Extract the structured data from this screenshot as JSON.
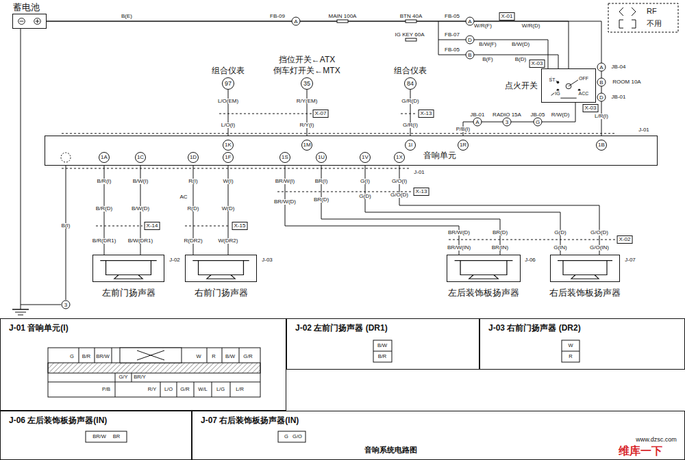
{
  "diagram": {
    "caption": "音响系统电路图",
    "nodes": [
      {
        "text": [
          "蓄电池"
        ]
      },
      {
        "text": [
          "组合仪表",
          "97"
        ]
      },
      {
        "text": [
          "挡位开关←ATX",
          "倒车灯开关←MTX",
          "35"
        ]
      },
      {
        "text": [
          "组合仪表",
          "84"
        ]
      },
      {
        "text": [
          "点火开关"
        ]
      },
      {
        "text": [
          "音响单元"
        ]
      },
      {
        "text": [
          "左前门扬声器"
        ]
      },
      {
        "text": [
          "右前门扬声器"
        ]
      },
      {
        "text": [
          "左后装饰板扬声器"
        ]
      },
      {
        "text": [
          "右后装饰板扬声器"
        ]
      },
      {
        "text": [
          "J-01 音响单元(I)"
        ]
      },
      {
        "text": [
          "J-02 左前门扬声器 (DR1)"
        ]
      },
      {
        "text": [
          "J-03 右前门扬声器 (DR2)"
        ]
      },
      {
        "text": [
          "J-06 左后装饰板扬声器(IN)"
        ]
      },
      {
        "text": [
          "J-07 右后装饰板扬声器(IN)"
        ]
      }
    ],
    "edges": [
      {
        "from": 0,
        "to": 4,
        "arrow": "none"
      },
      {
        "from": 0,
        "to": 5,
        "arrow": "none"
      },
      {
        "from": 4,
        "to": 5,
        "arrow": "none"
      },
      {
        "from": 1,
        "to": 5,
        "arrow": "none"
      },
      {
        "from": 2,
        "to": 5,
        "arrow": "none"
      },
      {
        "from": 3,
        "to": 5,
        "arrow": "none"
      },
      {
        "from": 5,
        "to": 6,
        "arrow": "none"
      },
      {
        "from": 5,
        "to": 6,
        "arrow": "none"
      },
      {
        "from": 5,
        "to": 7,
        "arrow": "none"
      },
      {
        "from": 5,
        "to": 7,
        "arrow": "none"
      },
      {
        "from": 5,
        "to": 8,
        "arrow": "none"
      },
      {
        "from": 5,
        "to": 8,
        "arrow": "none"
      },
      {
        "from": 5,
        "to": 9,
        "arrow": "none"
      },
      {
        "from": 5,
        "to": 9,
        "arrow": "none"
      }
    ],
    "labels": [
      "B(E)",
      "FB-09",
      "A",
      "MAIN 100A",
      "BTN 40A",
      "FB-05",
      "A",
      "X-01",
      "W/R(F)",
      "W/R(D)",
      "IG KEY 60A",
      "FB-07",
      "D",
      "B/W(F)",
      "B/W(D)",
      "FB-05",
      "B",
      "B(F)",
      "B(D)",
      "X-03",
      "ST",
      "IG",
      "ACC",
      "OFF",
      "X-03",
      "A",
      "JB-04",
      "B",
      "ROOM 10A",
      "D",
      "JB-01",
      "L/R(I)",
      "J-01",
      "L/O(EM)",
      "R/Y(EM)",
      "G/R(D)",
      "X-07",
      "X-13",
      "L/O(I)",
      "R/Y(I)",
      "G/R(I)",
      "P/B(I)",
      "JB-01",
      "A",
      "RADIO 15A",
      "3",
      "JB-05",
      "G",
      "R/W(D)",
      "1K",
      "1M",
      "1I",
      "1R",
      "1B",
      "1A",
      "1C",
      "1D",
      "1F",
      "1S",
      "1U",
      "1V",
      "1X",
      "J-01",
      "B/R(I)",
      "B/W(I)",
      "R(I)",
      "W(I)",
      "BR/W(I)",
      "BR(I)",
      "G(I)",
      "G/O(I)",
      "X-13",
      "AC",
      "BR/W(D)",
      "BR(D)",
      "G(D)",
      "G/O(D)",
      "B/R(D)",
      "B/W(D)",
      "R(D)",
      "W(D)",
      "B(I)",
      "X-14",
      "X-15",
      "B/R(DR1)",
      "B/W(DR1)",
      "R(DR2)",
      "W(DR2)",
      "J-02",
      "J-03",
      "BR/W(D)",
      "BR(D)",
      "G(D)",
      "G/O(D)",
      "X-02",
      "BR/W(IN)",
      "BR(IN)",
      "G(IN)",
      "G/O(IN)",
      "J-06",
      "J-07",
      "3",
      "G",
      "B/R",
      "BR/W",
      "W",
      "R",
      "B/W",
      "G/R",
      "G/Y",
      "BR/Y",
      "P/B",
      "R/Y",
      "L/O",
      "G/R",
      "W/L",
      "L/G",
      "L/R",
      "B/W",
      "B/R",
      "W",
      "R",
      "BR/W",
      "BR",
      "G",
      "G/O",
      "www.dzsc.com",
      "维库一下"
    ],
    "legend": [
      {
        "text": "RF"
      },
      {
        "text": "不用"
      }
    ]
  }
}
